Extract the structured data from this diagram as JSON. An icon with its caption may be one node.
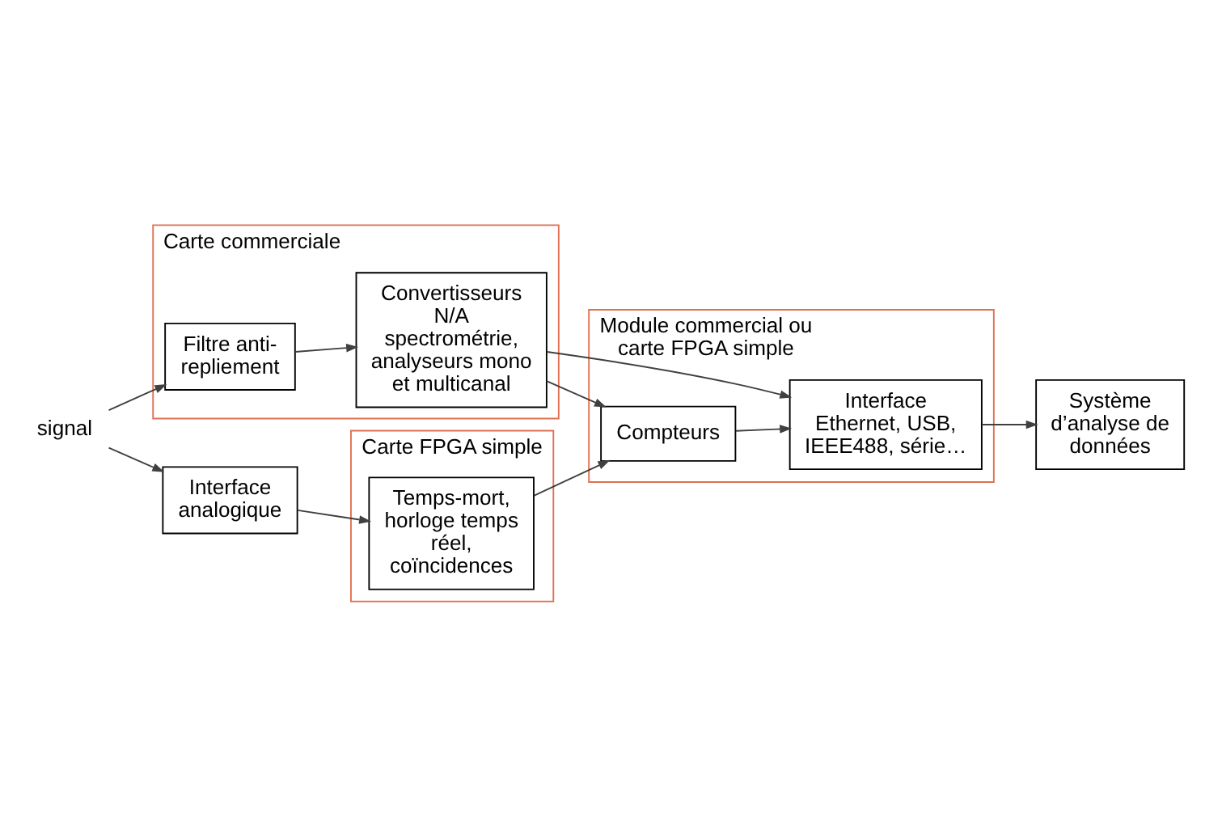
{
  "diagram": {
    "nodes": [
      {
        "text": [
          "signal"
        ]
      },
      {
        "text": [
          "Interface analogique"
        ]
      },
      {
        "text": [
          "Carte FPGA simple"
        ]
      },
      {
        "text": [
          "Temps-mort, horloge temps réel, coïncidences"
        ],
        "in": 2
      },
      {
        "text": [
          "Carte commerciale"
        ]
      },
      {
        "text": [
          "Filtre anti-repliement"
        ],
        "in": 4
      },
      {
        "text": [
          "Convertisseurs N/A spectrométrie, analyseurs mono et multicanal"
        ],
        "in": 4
      },
      {
        "text": [
          "Module commercial ou carte FPGA simple"
        ]
      },
      {
        "text": [
          "Compteurs"
        ],
        "in": 7
      },
      {
        "text": [
          "Interface Ethernet, USB, IEEE488, série…"
        ],
        "in": 7
      },
      {
        "text": [
          "Système d’analyse de données"
        ]
      }
    ],
    "edges": [
      {
        "from": 0,
        "to": 1,
        "arrow": "to"
      },
      {
        "from": 0,
        "to": 5,
        "arrow": "to"
      },
      {
        "from": 1,
        "to": 3,
        "arrow": "to"
      },
      {
        "from": 5,
        "to": 6,
        "arrow": "to"
      },
      {
        "from": 3,
        "to": 8,
        "arrow": "to"
      },
      {
        "from": 6,
        "to": 8,
        "arrow": "to"
      },
      {
        "from": 6,
        "to": 9,
        "arrow": "to"
      },
      {
        "from": 8,
        "to": 9,
        "arrow": "to"
      },
      {
        "from": 9,
        "to": 10,
        "arrow": "to"
      }
    ]
  }
}
